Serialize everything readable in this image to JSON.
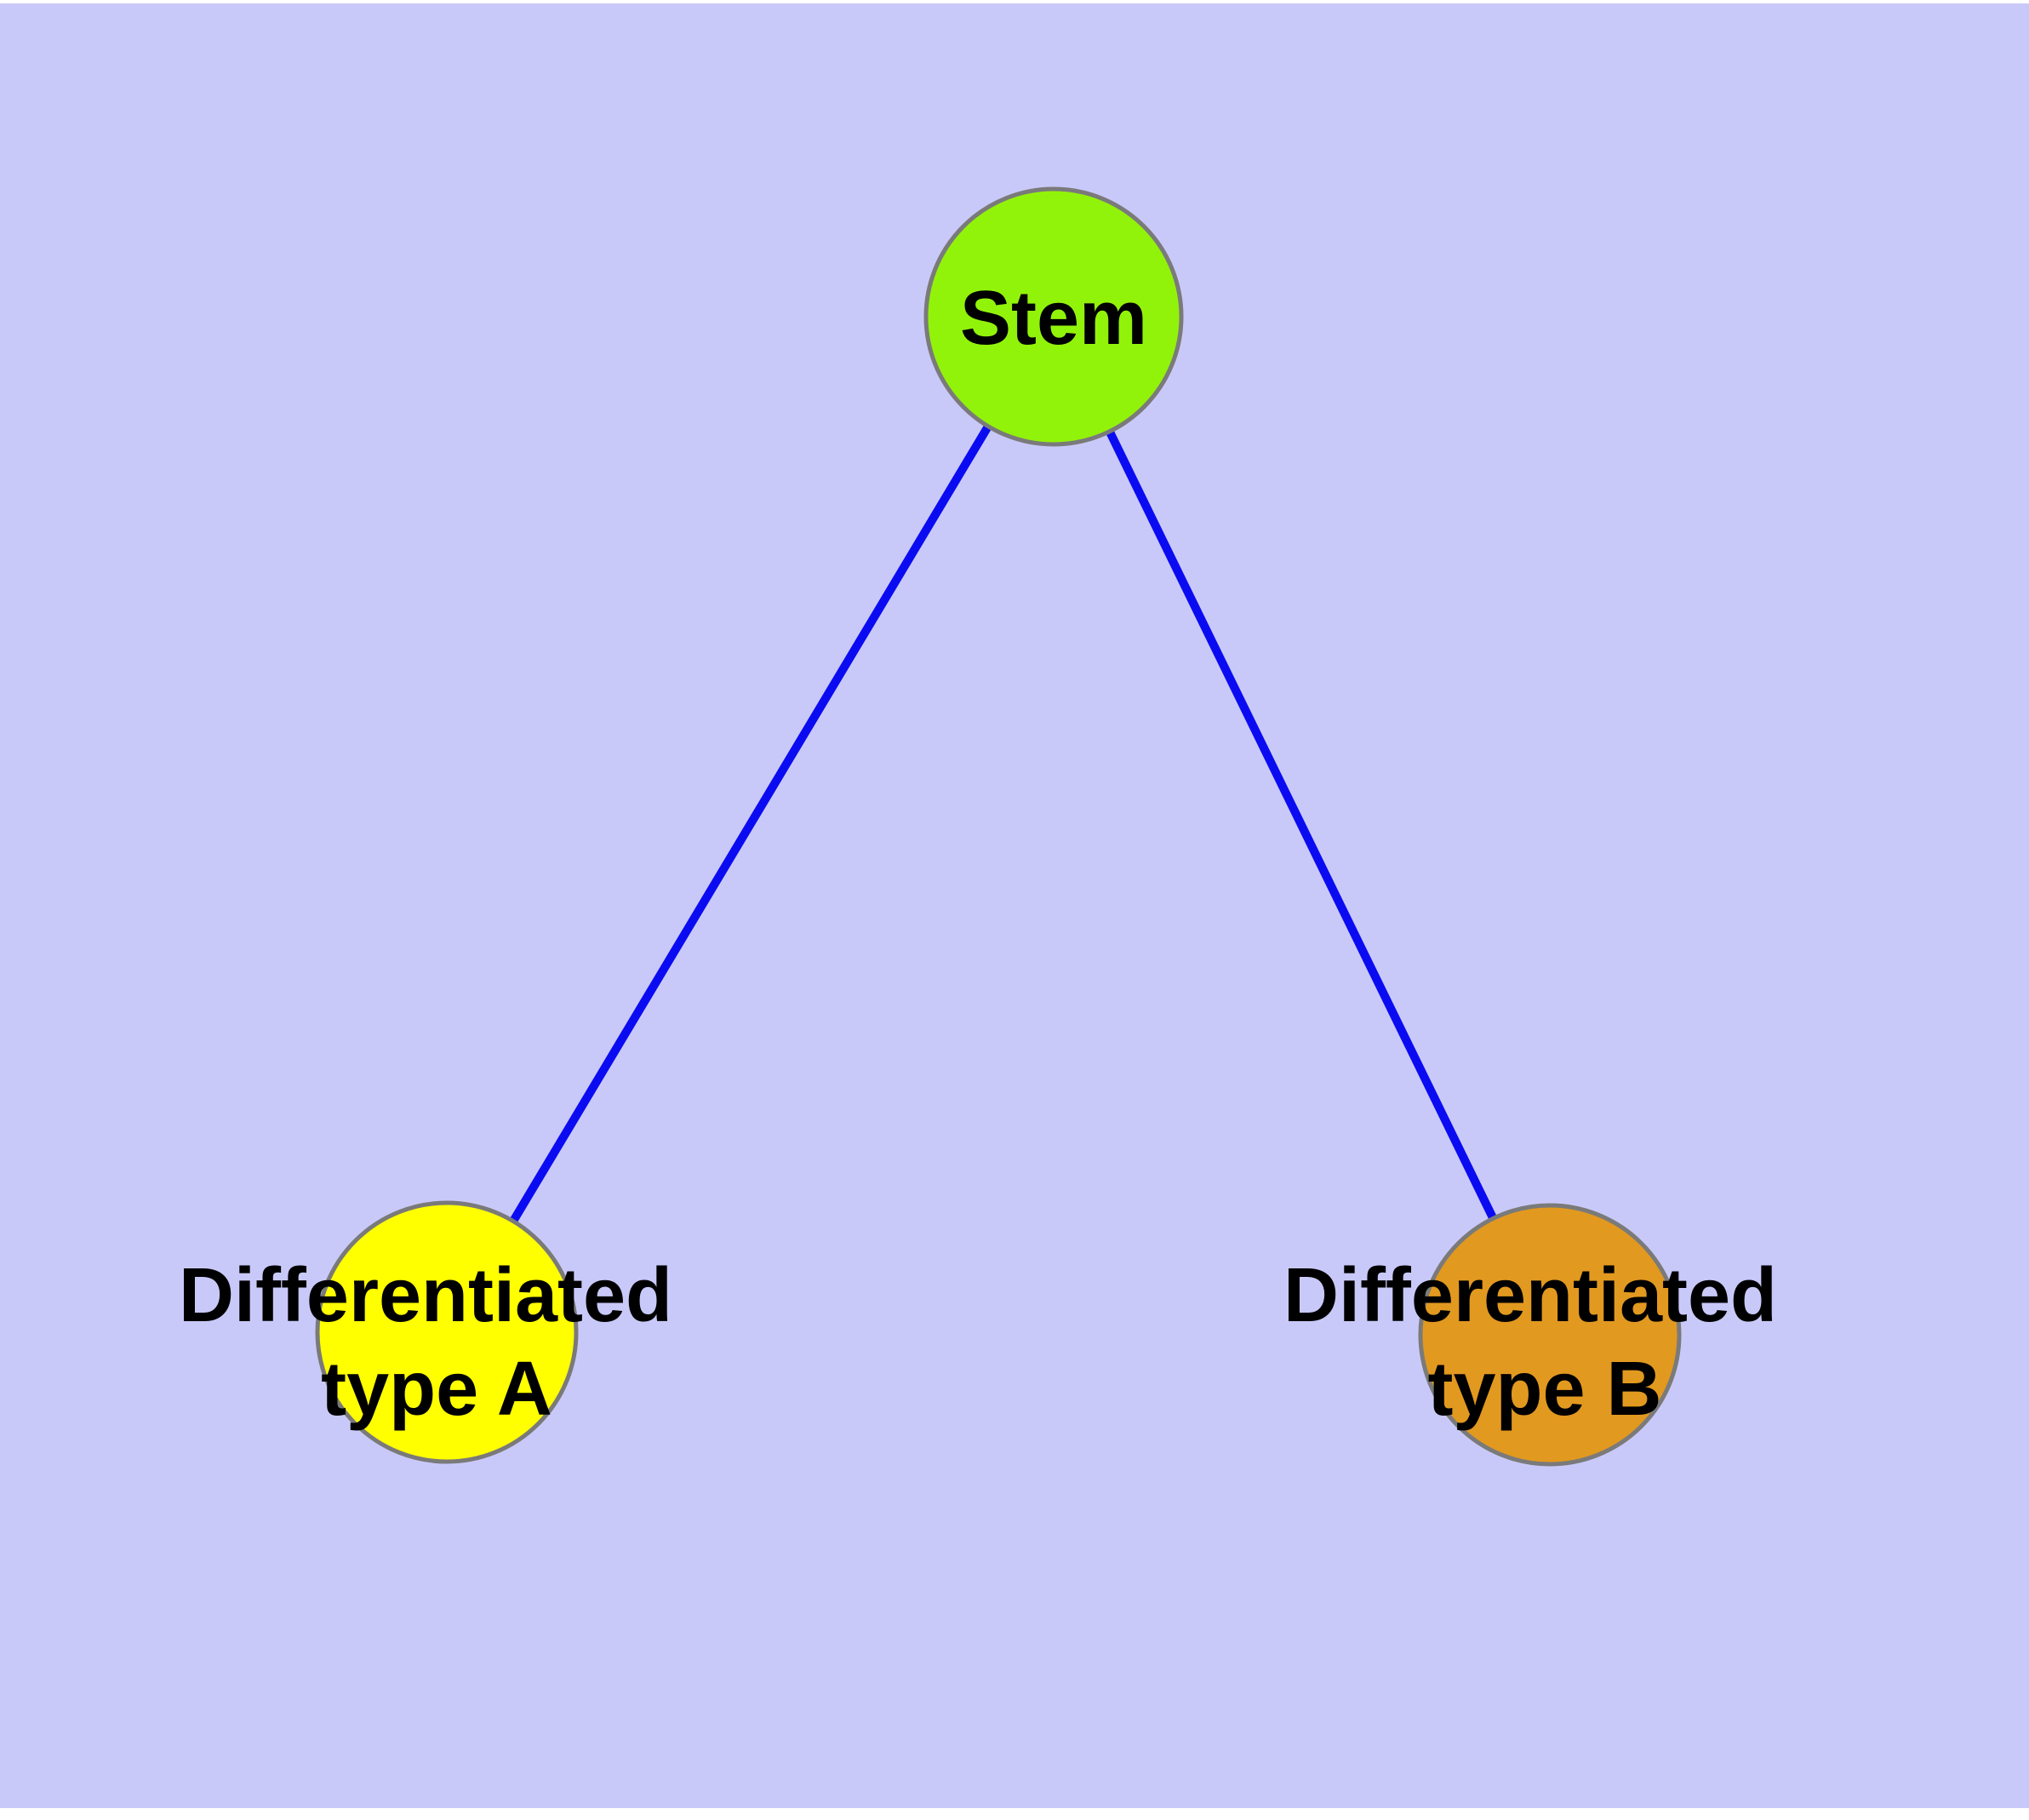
{
  "diagram": {
    "background_color": "#c9c9f9",
    "margin_color": "#ffffff",
    "edge_color": "#0b0bf2",
    "node_border_color": "#7a7a7a",
    "text_color": "#000000",
    "nodes": [
      {
        "id": "stem",
        "label": "Stem",
        "fill": "#92f30a"
      },
      {
        "id": "differentiated-type-a",
        "label_line1": "Differentiated",
        "label_line2": "type A",
        "fill": "#ffff00"
      },
      {
        "id": "differentiated-type-b",
        "label_line1": "Differentiated",
        "label_line2": "type B",
        "fill": "#e2991f"
      }
    ],
    "edges": [
      {
        "from": "stem",
        "to": "differentiated-type-a"
      },
      {
        "from": "stem",
        "to": "differentiated-type-b"
      }
    ]
  }
}
